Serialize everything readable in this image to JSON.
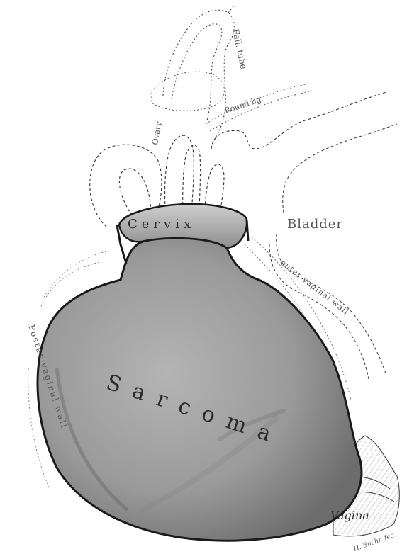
{
  "figure": {
    "labels": {
      "tube": "Fall. tube",
      "ovary": "Ovary",
      "round_lig": "Round lig.",
      "cervix": "Cervix",
      "bladder": "Bladder",
      "outer_vaginal_wall": "outer vaginal wall",
      "sarcoma": "Sarcoma",
      "poster_vaginal_wall": "Poster vaginal wall",
      "vagina": "Vagina",
      "signature": "H. Buchr. fec."
    },
    "colors": {
      "ink": "#2a2a2a",
      "outline": "#1a1a1a",
      "tumor_fill": "#9a9a9a",
      "tumor_shade": "#6e6e6e",
      "dashed": "#444444"
    }
  }
}
